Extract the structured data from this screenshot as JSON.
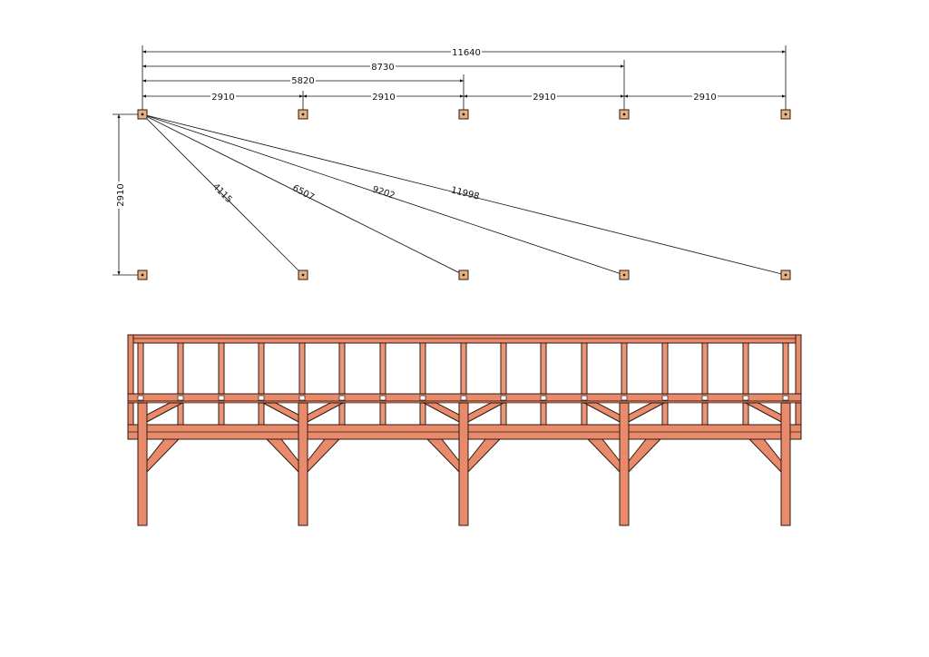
{
  "title": "",
  "unit": "",
  "colors": {
    "timber": "#e98a6a",
    "post_base": "#e8b27f",
    "outline": "#2a1a14",
    "dimension_line": "#111111"
  },
  "plan": {
    "bay_spacing": 2910,
    "bay_count": 4,
    "row_spacing": 2910,
    "cumulative_dimensions": [
      {
        "label": "5820",
        "value": 5820
      },
      {
        "label": "8730",
        "value": 8730
      },
      {
        "label": "11640",
        "value": 11640
      }
    ],
    "bay_dimensions": [
      {
        "label": "2910",
        "value": 2910
      },
      {
        "label": "2910",
        "value": 2910
      },
      {
        "label": "2910",
        "value": 2910
      },
      {
        "label": "2910",
        "value": 2910
      }
    ],
    "depth_dimension": {
      "label": "2910",
      "value": 2910
    },
    "diagonals": [
      {
        "label": "4115",
        "to_post": 1
      },
      {
        "label": "6507",
        "to_post": 2
      },
      {
        "label": "9202",
        "to_post": 3
      },
      {
        "label": "11998",
        "to_post": 4
      }
    ]
  },
  "elevation": {
    "post_count": 5,
    "rail_baluster_count": 17,
    "icon": "timber-frame-elevation"
  }
}
